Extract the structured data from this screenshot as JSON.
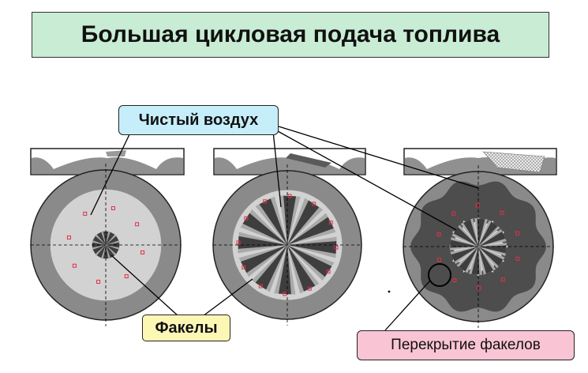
{
  "title": "Большая цикловая подача топлива",
  "labels": {
    "clean_air": "Чистый воздух",
    "torches": "Факелы",
    "overlap": "Перекрытие факелов"
  },
  "colors": {
    "title_bg": "#c9ecd4",
    "clean_air_bg": "#c6eefa",
    "torches_bg": "#fdf7b6",
    "overlap_bg": "#f9c4d4",
    "ring": "#8a8a8a",
    "chamber_light": "#d2d2d2",
    "chamber_dark": "#4d4d4d",
    "spray_dark": "#3e3e3e",
    "spray_light": "#a9a9a9",
    "injection_point": "#e0304a"
  },
  "diagrams": [
    {
      "name": "small-torches",
      "spray_length": 0.18,
      "rays": 12
    },
    {
      "name": "long-torches",
      "spray_length": 0.9,
      "rays": 12
    },
    {
      "name": "overlapping-torches",
      "spray_length": 0.6,
      "rays": 12
    }
  ]
}
